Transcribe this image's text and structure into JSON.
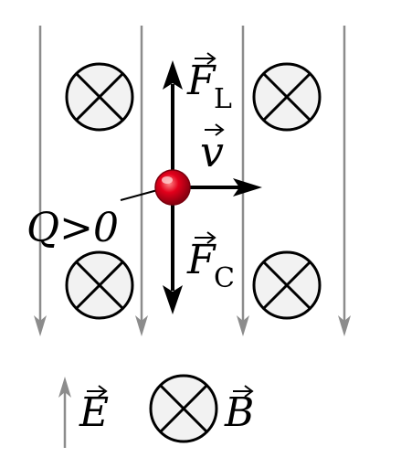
{
  "diagram": {
    "labels": {
      "force_lorentz": {
        "symbol": "F",
        "subscript": "L"
      },
      "force_coulomb": {
        "symbol": "F",
        "subscript": "C"
      },
      "velocity": {
        "symbol": "v"
      },
      "charge": {
        "text": "Q>0"
      },
      "legend_e_field": {
        "symbol": "E"
      },
      "legend_b_field": {
        "symbol": "B"
      }
    },
    "colors": {
      "field_line": "#8c8c8c",
      "force_arrow": "#000000",
      "b_symbol_fill": "#f2f2f2",
      "charge": "#e3001b"
    },
    "icons": {
      "b_field": "into-page-cross-circle-icon",
      "charge": "positive-charge-sphere-icon"
    }
  }
}
